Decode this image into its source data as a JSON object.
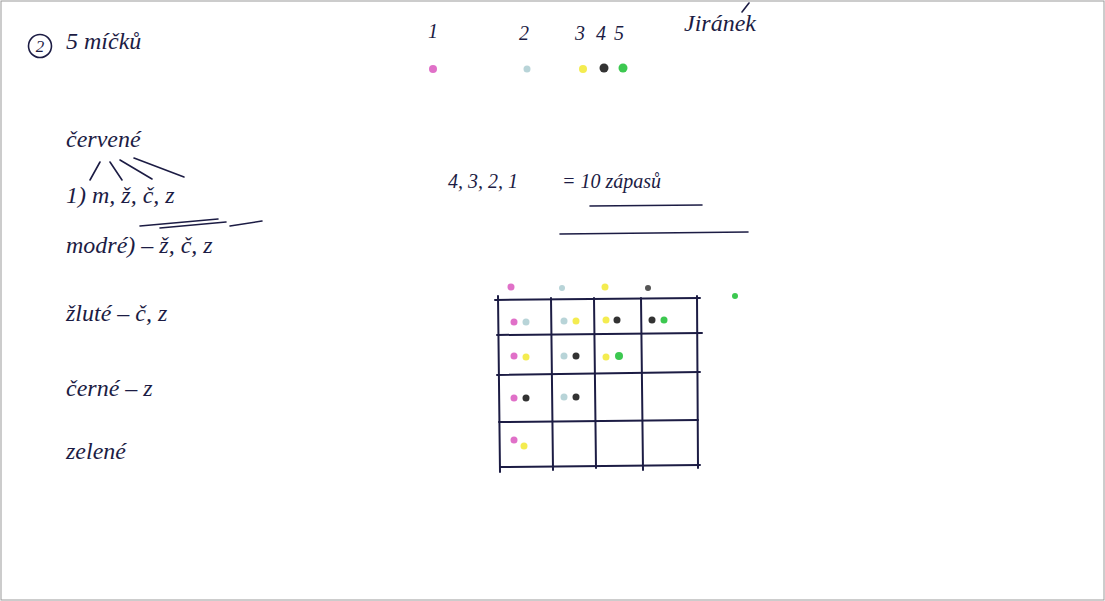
{
  "diagram": {
    "nodes": [
      {
        "text": [
          "2"
        ]
      }
    ],
    "labels": [
      "5 míčků",
      "1",
      "2",
      "3",
      "4",
      "5",
      "Jiránek",
      "červené",
      "1) m, ž, č, z",
      "modré) – ž, č, z",
      "žluté – č, z",
      "černé – z",
      "zelené",
      "4, 3, 2, 1",
      "= 10 zápasů"
    ]
  }
}
